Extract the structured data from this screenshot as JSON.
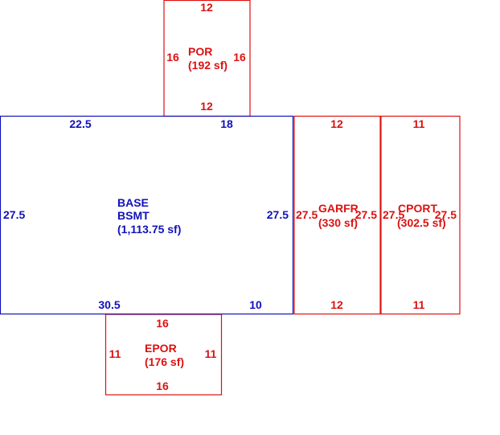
{
  "colors": {
    "base": "#1111bb",
    "addition": "#dd1111"
  },
  "areas": {
    "por": {
      "name": "POR",
      "area": "(192 sf)",
      "top": "12",
      "bottom": "12",
      "left": "16",
      "right": "16"
    },
    "base": {
      "name1": "BASE",
      "name2": "BSMT",
      "area": "(1,113.75 sf)",
      "top_left": "22.5",
      "top_right": "18",
      "bottom_left": "30.5",
      "bottom_right": "10",
      "left": "27.5",
      "right": "27.5"
    },
    "garfr": {
      "name": "GARFR",
      "area": "(330 sf)",
      "top": "12",
      "bottom": "12",
      "left": "27.5",
      "right": "27.5"
    },
    "cport": {
      "name": "CPORT",
      "area": "(302.5 sf)",
      "top": "11",
      "bottom": "11",
      "left": "27.5",
      "right": "27.5"
    },
    "epor": {
      "name": "EPOR",
      "area": "(176 sf)",
      "top": "16",
      "bottom": "16",
      "left": "11",
      "right": "11"
    }
  }
}
